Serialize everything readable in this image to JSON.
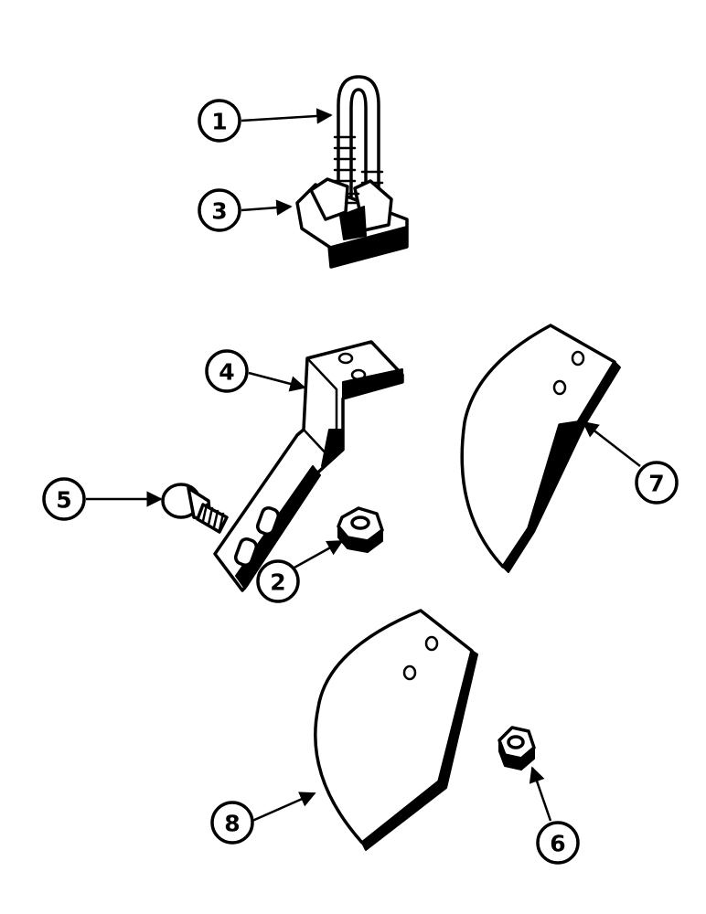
{
  "colors": {
    "ink": "#000000",
    "paper": "#ffffff"
  },
  "callouts": [
    {
      "id": "1",
      "label": "1"
    },
    {
      "id": "2",
      "label": "2"
    },
    {
      "id": "3",
      "label": "3"
    },
    {
      "id": "4",
      "label": "4"
    },
    {
      "id": "5",
      "label": "5"
    },
    {
      "id": "6",
      "label": "6"
    },
    {
      "id": "7",
      "label": "7"
    },
    {
      "id": "8",
      "label": "8"
    }
  ]
}
